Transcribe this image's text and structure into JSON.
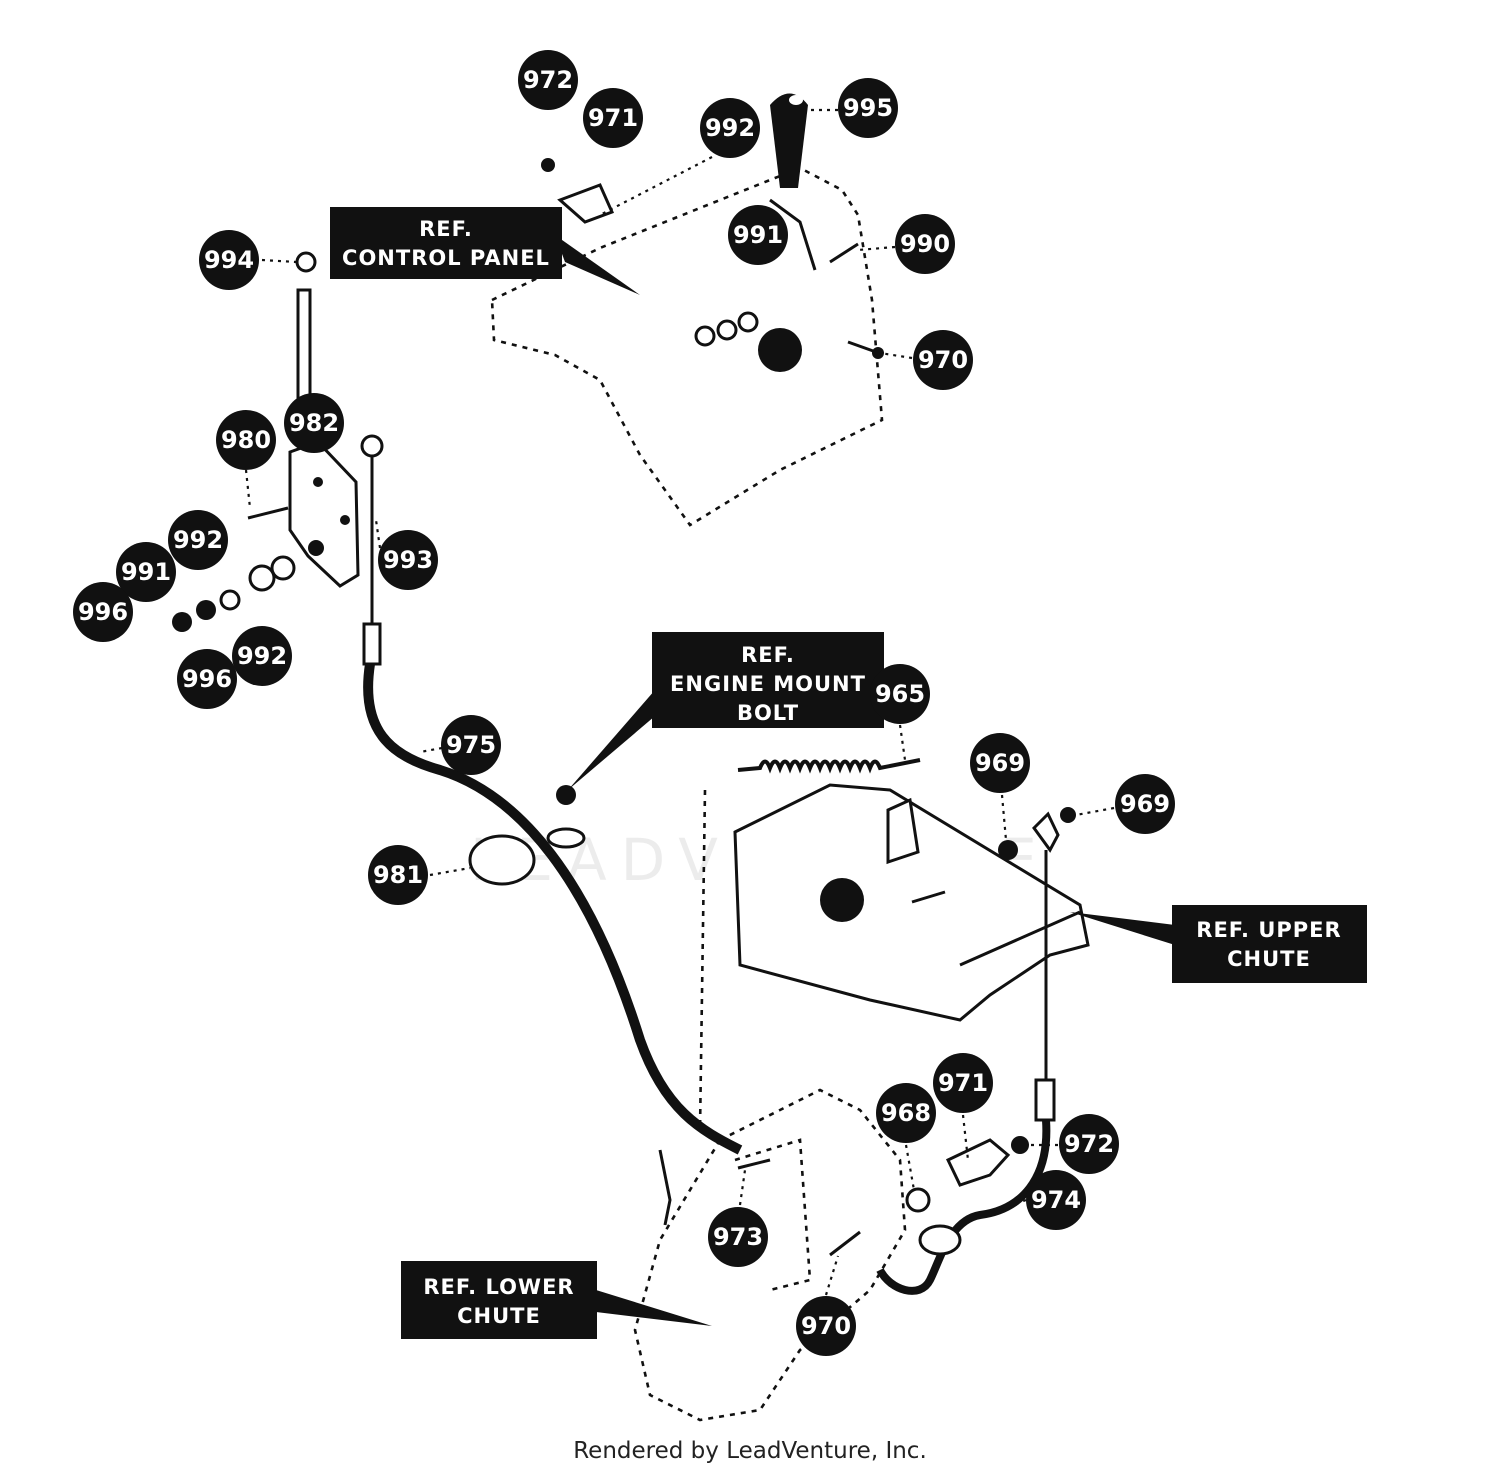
{
  "diagram": {
    "callouts": [
      {
        "id": "c972a",
        "label": "972"
      },
      {
        "id": "c971a",
        "label": "971"
      },
      {
        "id": "c992a",
        "label": "992"
      },
      {
        "id": "c995",
        "label": "995"
      },
      {
        "id": "c991a",
        "label": "991"
      },
      {
        "id": "c990",
        "label": "990"
      },
      {
        "id": "c994",
        "label": "994"
      },
      {
        "id": "c970a",
        "label": "970"
      },
      {
        "id": "c982",
        "label": "982"
      },
      {
        "id": "c980",
        "label": "980"
      },
      {
        "id": "c993",
        "label": "993"
      },
      {
        "id": "c992b",
        "label": "992"
      },
      {
        "id": "c991b",
        "label": "991"
      },
      {
        "id": "c996a",
        "label": "996"
      },
      {
        "id": "c992c",
        "label": "992"
      },
      {
        "id": "c996b",
        "label": "996"
      },
      {
        "id": "c975",
        "label": "975"
      },
      {
        "id": "c965",
        "label": "965"
      },
      {
        "id": "c969a",
        "label": "969"
      },
      {
        "id": "c969b",
        "label": "969"
      },
      {
        "id": "c981",
        "label": "981"
      },
      {
        "id": "c971b",
        "label": "971"
      },
      {
        "id": "c968",
        "label": "968"
      },
      {
        "id": "c972b",
        "label": "972"
      },
      {
        "id": "c974",
        "label": "974"
      },
      {
        "id": "c973",
        "label": "973"
      },
      {
        "id": "c970b",
        "label": "970"
      }
    ],
    "ref_labels": {
      "control_panel": [
        "REF.",
        "CONTROL PANEL"
      ],
      "engine_mount_bolt": [
        "REF.",
        "ENGINE MOUNT",
        "BOLT"
      ],
      "upper_chute": [
        "REF. UPPER",
        "CHUTE"
      ],
      "lower_chute": [
        "REF. LOWER",
        "CHUTE"
      ]
    },
    "watermark": "LEADVENTURE"
  },
  "footer": "Rendered by LeadVenture, Inc."
}
